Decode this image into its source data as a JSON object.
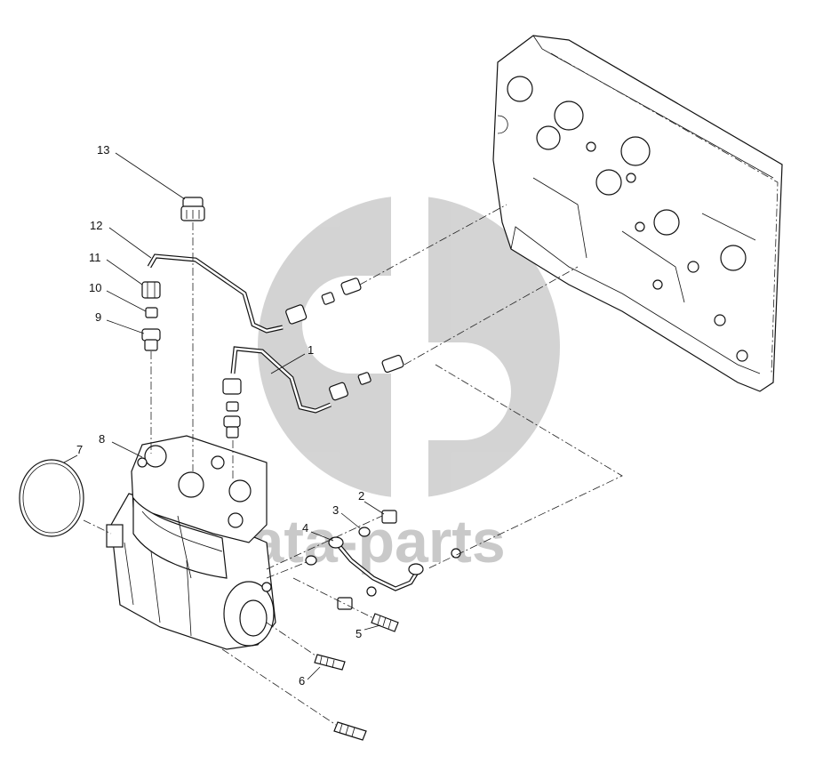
{
  "callouts": [
    {
      "id": "c1",
      "label": "1"
    },
    {
      "id": "c2",
      "label": "2"
    },
    {
      "id": "c3",
      "label": "3"
    },
    {
      "id": "c4",
      "label": "4"
    },
    {
      "id": "c5",
      "label": "5"
    },
    {
      "id": "c6",
      "label": "6"
    },
    {
      "id": "c7",
      "label": "7"
    },
    {
      "id": "c8",
      "label": "8"
    },
    {
      "id": "c9",
      "label": "9"
    },
    {
      "id": "c10",
      "label": "10"
    },
    {
      "id": "c11",
      "label": "11"
    },
    {
      "id": "c12",
      "label": "12"
    },
    {
      "id": "c13",
      "label": "13"
    }
  ],
  "watermark": {
    "text": "data-parts",
    "color": "#c9c9c9"
  },
  "colors": {
    "line": "#111111",
    "background": "#ffffff"
  }
}
